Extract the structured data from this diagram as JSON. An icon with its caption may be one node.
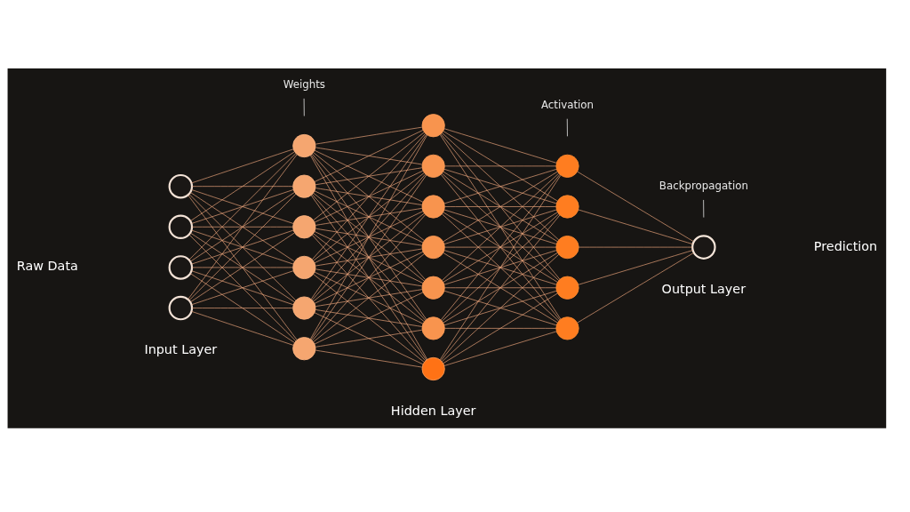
{
  "diagram": {
    "nodes": [
      {
        "text": [],
        "shape": "circle"
      },
      {
        "text": [],
        "shape": "circle"
      },
      {
        "text": [],
        "shape": "circle"
      },
      {
        "text": [],
        "shape": "circle"
      },
      {
        "text": [],
        "shape": "circle"
      },
      {
        "text": [],
        "shape": "circle"
      },
      {
        "text": [],
        "shape": "circle"
      },
      {
        "text": [],
        "shape": "circle"
      },
      {
        "text": [],
        "shape": "circle"
      },
      {
        "text": [],
        "shape": "circle"
      },
      {
        "text": [],
        "shape": "circle"
      },
      {
        "text": [],
        "shape": "circle"
      },
      {
        "text": [],
        "shape": "circle"
      },
      {
        "text": [],
        "shape": "circle"
      },
      {
        "text": [],
        "shape": "circle"
      },
      {
        "text": [],
        "shape": "circle"
      },
      {
        "text": [],
        "shape": "circle"
      },
      {
        "text": [],
        "shape": "circle"
      },
      {
        "text": [],
        "shape": "circle"
      },
      {
        "text": [],
        "shape": "circle"
      },
      {
        "text": [],
        "shape": "circle"
      },
      {
        "text": [],
        "shape": "circle"
      },
      {
        "text": [],
        "shape": "circle"
      },
      {
        "text": [
          "Weights"
        ]
      },
      {
        "text": [
          "Activation"
        ]
      },
      {
        "text": [
          "Backpropagation"
        ]
      }
    ],
    "edges": [
      {
        "from": 0,
        "to": 4,
        "arrow": "none"
      },
      {
        "from": 0,
        "to": 5,
        "arrow": "none"
      },
      {
        "from": 0,
        "to": 6,
        "arrow": "none"
      },
      {
        "from": 0,
        "to": 7,
        "arrow": "none"
      },
      {
        "from": 0,
        "to": 8,
        "arrow": "none"
      },
      {
        "from": 0,
        "to": 9,
        "arrow": "none"
      },
      {
        "from": 1,
        "to": 4,
        "arrow": "none"
      },
      {
        "from": 1,
        "to": 5,
        "arrow": "none"
      },
      {
        "from": 1,
        "to": 6,
        "arrow": "none"
      },
      {
        "from": 1,
        "to": 7,
        "arrow": "none"
      },
      {
        "from": 1,
        "to": 8,
        "arrow": "none"
      },
      {
        "from": 1,
        "to": 9,
        "arrow": "none"
      },
      {
        "from": 2,
        "to": 4,
        "arrow": "none"
      },
      {
        "from": 2,
        "to": 5,
        "arrow": "none"
      },
      {
        "from": 2,
        "to": 6,
        "arrow": "none"
      },
      {
        "from": 2,
        "to": 7,
        "arrow": "none"
      },
      {
        "from": 2,
        "to": 8,
        "arrow": "none"
      },
      {
        "from": 2,
        "to": 9,
        "arrow": "none"
      },
      {
        "from": 3,
        "to": 4,
        "arrow": "none"
      },
      {
        "from": 3,
        "to": 5,
        "arrow": "none"
      },
      {
        "from": 3,
        "to": 6,
        "arrow": "none"
      },
      {
        "from": 3,
        "to": 7,
        "arrow": "none"
      },
      {
        "from": 3,
        "to": 8,
        "arrow": "none"
      },
      {
        "from": 3,
        "to": 9,
        "arrow": "none"
      },
      {
        "from": 4,
        "to": 10,
        "arrow": "none"
      },
      {
        "from": 4,
        "to": 11,
        "arrow": "none"
      },
      {
        "from": 4,
        "to": 12,
        "arrow": "none"
      },
      {
        "from": 4,
        "to": 13,
        "arrow": "none"
      },
      {
        "from": 4,
        "to": 14,
        "arrow": "none"
      },
      {
        "from": 4,
        "to": 15,
        "arrow": "none"
      },
      {
        "from": 4,
        "to": 16,
        "arrow": "none"
      },
      {
        "from": 5,
        "to": 10,
        "arrow": "none"
      },
      {
        "from": 5,
        "to": 11,
        "arrow": "none"
      },
      {
        "from": 5,
        "to": 12,
        "arrow": "none"
      },
      {
        "from": 5,
        "to": 13,
        "arrow": "none"
      },
      {
        "from": 5,
        "to": 14,
        "arrow": "none"
      },
      {
        "from": 5,
        "to": 15,
        "arrow": "none"
      },
      {
        "from": 5,
        "to": 16,
        "arrow": "none"
      },
      {
        "from": 6,
        "to": 10,
        "arrow": "none"
      },
      {
        "from": 6,
        "to": 11,
        "arrow": "none"
      },
      {
        "from": 6,
        "to": 12,
        "arrow": "none"
      },
      {
        "from": 6,
        "to": 13,
        "arrow": "none"
      },
      {
        "from": 6,
        "to": 14,
        "arrow": "none"
      },
      {
        "from": 6,
        "to": 15,
        "arrow": "none"
      },
      {
        "from": 6,
        "to": 16,
        "arrow": "none"
      },
      {
        "from": 7,
        "to": 10,
        "arrow": "none"
      },
      {
        "from": 7,
        "to": 11,
        "arrow": "none"
      },
      {
        "from": 7,
        "to": 12,
        "arrow": "none"
      },
      {
        "from": 7,
        "to": 13,
        "arrow": "none"
      },
      {
        "from": 7,
        "to": 14,
        "arrow": "none"
      },
      {
        "from": 7,
        "to": 15,
        "arrow": "none"
      },
      {
        "from": 7,
        "to": 16,
        "arrow": "none"
      },
      {
        "from": 8,
        "to": 10,
        "arrow": "none"
      },
      {
        "from": 8,
        "to": 11,
        "arrow": "none"
      },
      {
        "from": 8,
        "to": 12,
        "arrow": "none"
      },
      {
        "from": 8,
        "to": 13,
        "arrow": "none"
      },
      {
        "from": 8,
        "to": 14,
        "arrow": "none"
      },
      {
        "from": 8,
        "to": 15,
        "arrow": "none"
      },
      {
        "from": 8,
        "to": 16,
        "arrow": "none"
      },
      {
        "from": 9,
        "to": 10,
        "arrow": "none"
      },
      {
        "from": 9,
        "to": 11,
        "arrow": "none"
      },
      {
        "from": 9,
        "to": 12,
        "arrow": "none"
      },
      {
        "from": 9,
        "to": 13,
        "arrow": "none"
      },
      {
        "from": 9,
        "to": 14,
        "arrow": "none"
      },
      {
        "from": 9,
        "to": 15,
        "arrow": "none"
      },
      {
        "from": 9,
        "to": 16,
        "arrow": "none"
      },
      {
        "from": 10,
        "to": 17,
        "arrow": "none"
      },
      {
        "from": 10,
        "to": 18,
        "arrow": "none"
      },
      {
        "from": 10,
        "to": 19,
        "arrow": "none"
      },
      {
        "from": 10,
        "to": 20,
        "arrow": "none"
      },
      {
        "from": 10,
        "to": 21,
        "arrow": "none"
      },
      {
        "from": 11,
        "to": 17,
        "arrow": "none"
      },
      {
        "from": 11,
        "to": 18,
        "arrow": "none"
      },
      {
        "from": 11,
        "to": 19,
        "arrow": "none"
      },
      {
        "from": 11,
        "to": 20,
        "arrow": "none"
      },
      {
        "from": 11,
        "to": 21,
        "arrow": "none"
      },
      {
        "from": 12,
        "to": 17,
        "arrow": "none"
      },
      {
        "from": 12,
        "to": 18,
        "arrow": "none"
      },
      {
        "from": 12,
        "to": 19,
        "arrow": "none"
      },
      {
        "from": 12,
        "to": 20,
        "arrow": "none"
      },
      {
        "from": 12,
        "to": 21,
        "arrow": "none"
      },
      {
        "from": 13,
        "to": 17,
        "arrow": "none"
      },
      {
        "from": 13,
        "to": 18,
        "arrow": "none"
      },
      {
        "from": 13,
        "to": 19,
        "arrow": "none"
      },
      {
        "from": 13,
        "to": 20,
        "arrow": "none"
      },
      {
        "from": 13,
        "to": 21,
        "arrow": "none"
      },
      {
        "from": 14,
        "to": 17,
        "arrow": "none"
      },
      {
        "from": 14,
        "to": 18,
        "arrow": "none"
      },
      {
        "from": 14,
        "to": 19,
        "arrow": "none"
      },
      {
        "from": 14,
        "to": 20,
        "arrow": "none"
      },
      {
        "from": 14,
        "to": 21,
        "arrow": "none"
      },
      {
        "from": 15,
        "to": 17,
        "arrow": "none"
      },
      {
        "from": 15,
        "to": 18,
        "arrow": "none"
      },
      {
        "from": 15,
        "to": 19,
        "arrow": "none"
      },
      {
        "from": 15,
        "to": 20,
        "arrow": "none"
      },
      {
        "from": 15,
        "to": 21,
        "arrow": "none"
      },
      {
        "from": 16,
        "to": 17,
        "arrow": "none"
      },
      {
        "from": 16,
        "to": 18,
        "arrow": "none"
      },
      {
        "from": 16,
        "to": 19,
        "arrow": "none"
      },
      {
        "from": 16,
        "to": 20,
        "arrow": "none"
      },
      {
        "from": 16,
        "to": 21,
        "arrow": "none"
      },
      {
        "from": 17,
        "to": 22,
        "arrow": "none"
      },
      {
        "from": 18,
        "to": 22,
        "arrow": "none"
      },
      {
        "from": 19,
        "to": 22,
        "arrow": "none"
      },
      {
        "from": 20,
        "to": 22,
        "arrow": "none"
      },
      {
        "from": 21,
        "to": 22,
        "arrow": "none"
      },
      {
        "from": 23,
        "to": null,
        "arrow": "none",
        "color": "#c8c8c8"
      },
      {
        "from": 24,
        "to": null,
        "arrow": "none",
        "color": "#c8c8c8"
      },
      {
        "from": 25,
        "to": null,
        "arrow": "none",
        "color": "#c8c8c8"
      }
    ],
    "labels": [
      "Raw Data",
      "Prediction",
      "Input Layer",
      "Hidden Layer",
      "Output Layer"
    ]
  }
}
